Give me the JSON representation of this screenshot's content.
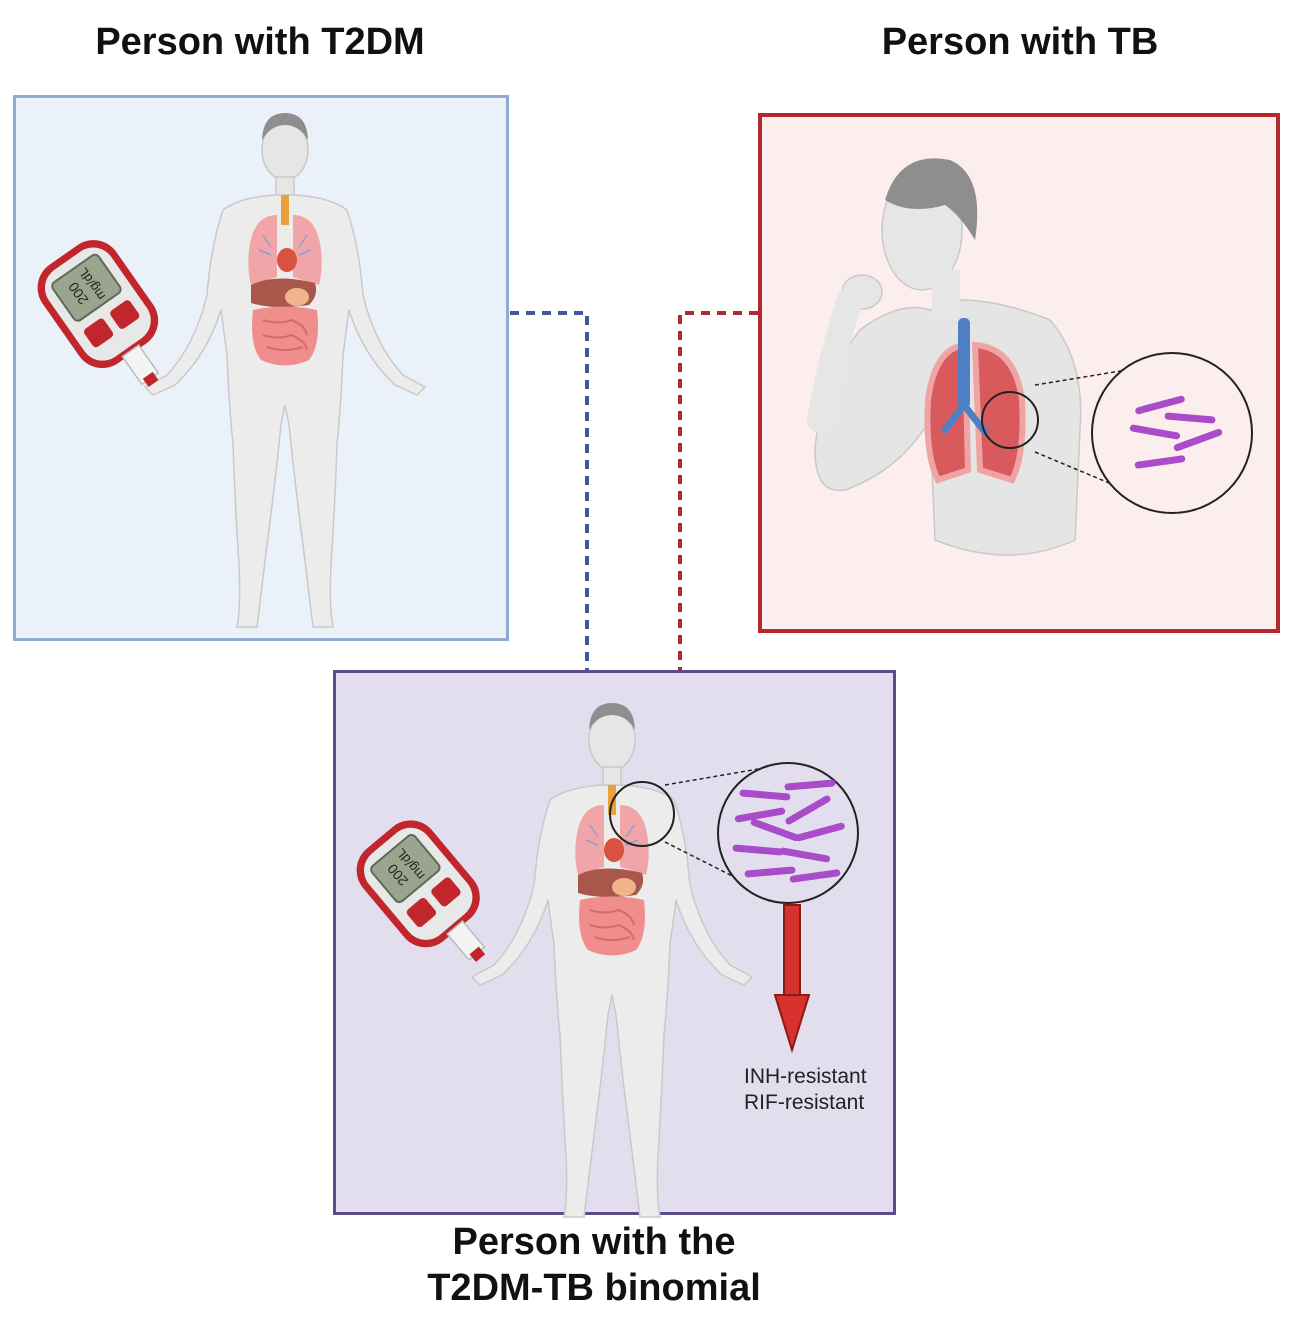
{
  "titles": {
    "t2dm": "Person with T2DM",
    "tb": "Person with TB",
    "combined_line1": "Person with the",
    "combined_line2": "T2DM-TB binomial"
  },
  "glucometer": {
    "reading_value": "200",
    "reading_unit": "mg/dL"
  },
  "resistance": {
    "inh": "INH-resistant",
    "rif": "RIF-resistant"
  },
  "colors": {
    "t2dm_border": "#8fabd3",
    "tb_border": "#b02a2f",
    "combined_border": "#5e4b8b",
    "bacteria": "#a84cc9",
    "arrow": "#d8322e"
  }
}
